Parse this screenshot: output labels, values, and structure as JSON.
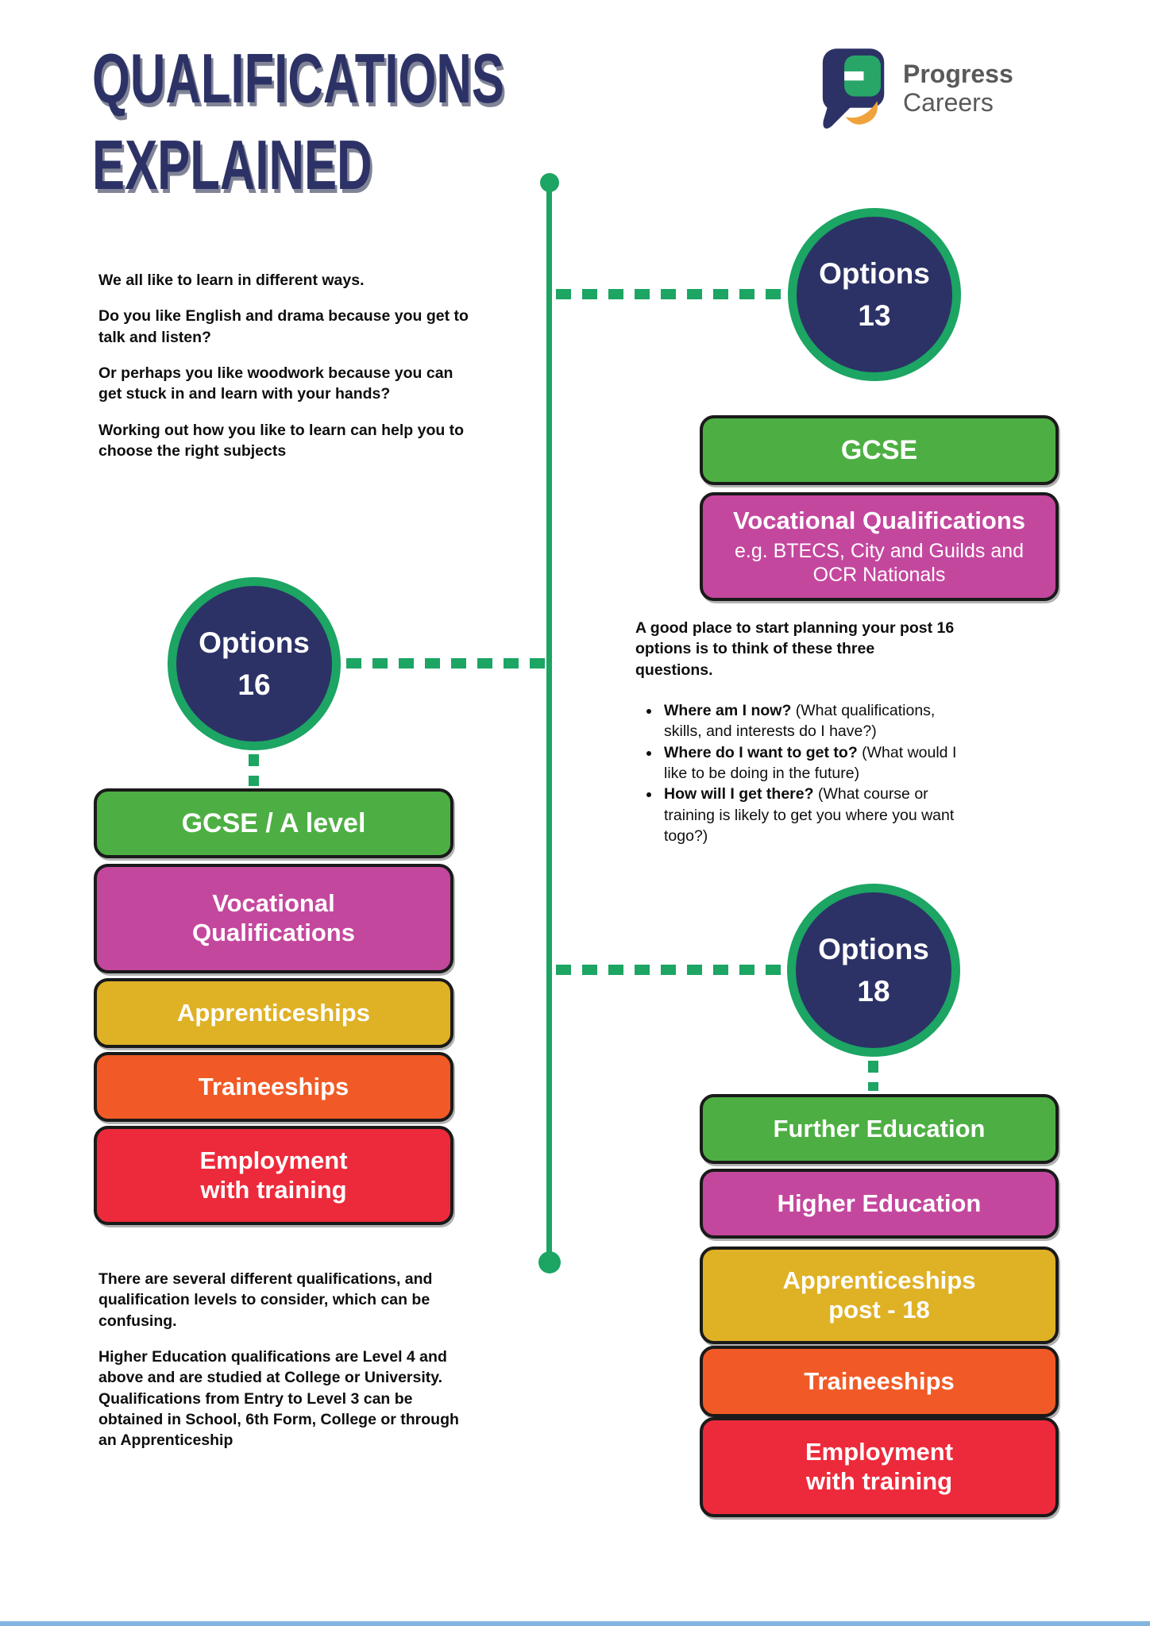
{
  "title": {
    "line1": "QUALIFICATIONS",
    "line2": "EXPLAINED"
  },
  "logo": {
    "brand_top": "Progress",
    "brand_bottom": "Careers"
  },
  "intro_paragraphs": {
    "p1": "We all like to learn in different ways.",
    "p2": "Do you like English and drama because you get to talk and listen?",
    "p3": "Or perhaps you like woodwork because you can get stuck in and learn with your hands?",
    "p4": "Working out how you like to learn can help you to choose the right subjects"
  },
  "options_13": {
    "label": "Options",
    "age": "13"
  },
  "post13_boxes": {
    "gcse": {
      "label": "GCSE"
    },
    "vocational": {
      "label": "Vocational Qualifications",
      "subtitle": "e.g. BTECS, City and Guilds and OCR Nationals"
    }
  },
  "planning": {
    "intro": "A good place to start planning your post 16 options is to think of these three questions.",
    "bullets": [
      {
        "question": "Where am I now?",
        "detail": " (What qualifications, skills, and interests do I have?)"
      },
      {
        "question": "Where do I want to get to?",
        "detail": " (What would I like to be doing in the future)"
      },
      {
        "question": "How will I get there?",
        "detail": " (What course or training is likely to get you where you want togo?)"
      }
    ]
  },
  "options_16": {
    "label": "Options",
    "age": "16"
  },
  "post16_boxes": [
    {
      "label": "GCSE / A level",
      "color": "#4DAF43"
    },
    {
      "label": "Vocational\nQualifications",
      "color": "#C4479E"
    },
    {
      "label": "Apprenticeships",
      "color": "#DFB125"
    },
    {
      "label": "Traineeships",
      "color": "#F15A26"
    },
    {
      "label": "Employment\nwith training",
      "color": "#ED2A3B"
    }
  ],
  "options_18": {
    "label": "Options",
    "age": "18"
  },
  "post18_boxes": [
    {
      "label": "Further Education",
      "color": "#4DAF43"
    },
    {
      "label": "Higher Education",
      "color": "#C4479E"
    },
    {
      "label": "Apprenticeships\npost - 18",
      "color": "#DFB125"
    },
    {
      "label": "Traineeships",
      "color": "#F15A26"
    },
    {
      "label": "Employment\nwith training",
      "color": "#ED2A3B"
    }
  ],
  "outro_paragraphs": {
    "p1": "There are several different qualifications, and qualification levels to consider, which can be confusing.",
    "p2": "Higher Education qualifications are Level 4 and above and are studied at College or University. Qualifications from Entry to Level 3 can be obtained in School, 6th Form, College or through an Apprenticeship"
  },
  "colors": {
    "navy": "#2C3266",
    "accent_green": "#1CA563",
    "box_green": "#4DAF43",
    "box_magenta": "#C4479E",
    "box_yellow": "#DFB125",
    "box_orange": "#F15A26",
    "box_red": "#ED2A3B",
    "logo_gray": "#58595B",
    "logo_icon_green": "#27A667",
    "logo_icon_orange": "#F0A33C",
    "bottom_bar_blue": "#6FA8DC"
  }
}
